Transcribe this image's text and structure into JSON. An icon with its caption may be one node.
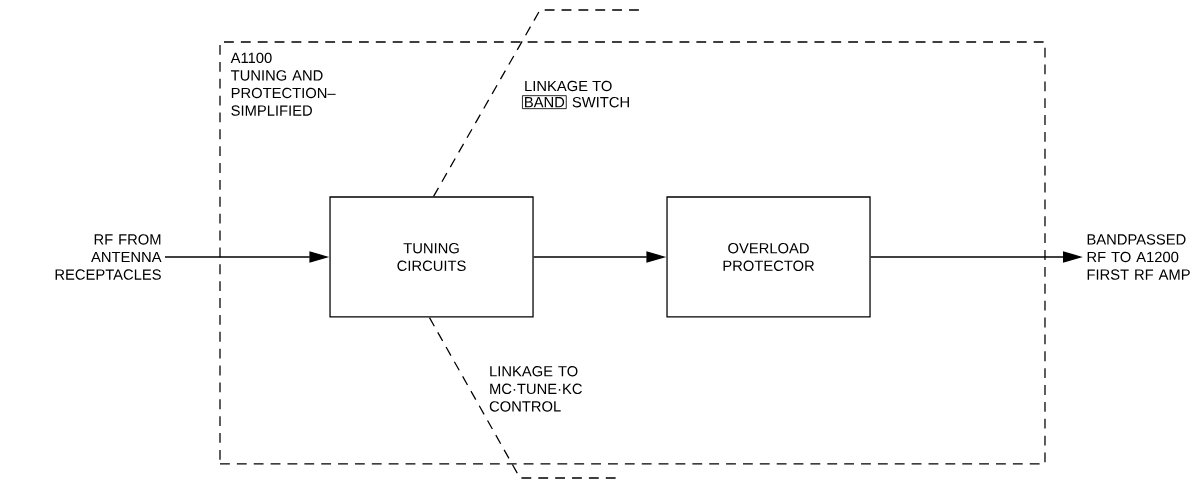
{
  "diagram": {
    "nodes": [
      {
        "text": [
          "A1100 TUNING AND PROTECTION– SIMPLIFIED"
        ]
      },
      {
        "text": [
          "RF FROM ANTENNA RECEPTACLES"
        ]
      },
      {
        "text": [
          "TUNING CIRCUITS"
        ],
        "in": 0
      },
      {
        "text": [
          "OVERLOAD PROTECTOR"
        ],
        "in": 0
      },
      {
        "text": [
          "BANDPASSED RF TO A1200 FIRST RF AMP"
        ]
      }
    ],
    "edges": [
      {
        "from": 1,
        "to": 2,
        "arrow": "to"
      },
      {
        "from": 2,
        "to": 3,
        "arrow": "to"
      },
      {
        "from": 3,
        "to": 4,
        "arrow": "to"
      },
      {
        "from": 2,
        "to": null,
        "arrow": "none",
        "style": "dashed"
      },
      {
        "from": 2,
        "to": null,
        "arrow": "none",
        "style": "dashed"
      }
    ],
    "labels": [
      "LINKAGE TO",
      "BAND",
      "SWITCH",
      "LINKAGE TO MC·TUNE·KC CONTROL"
    ]
  }
}
